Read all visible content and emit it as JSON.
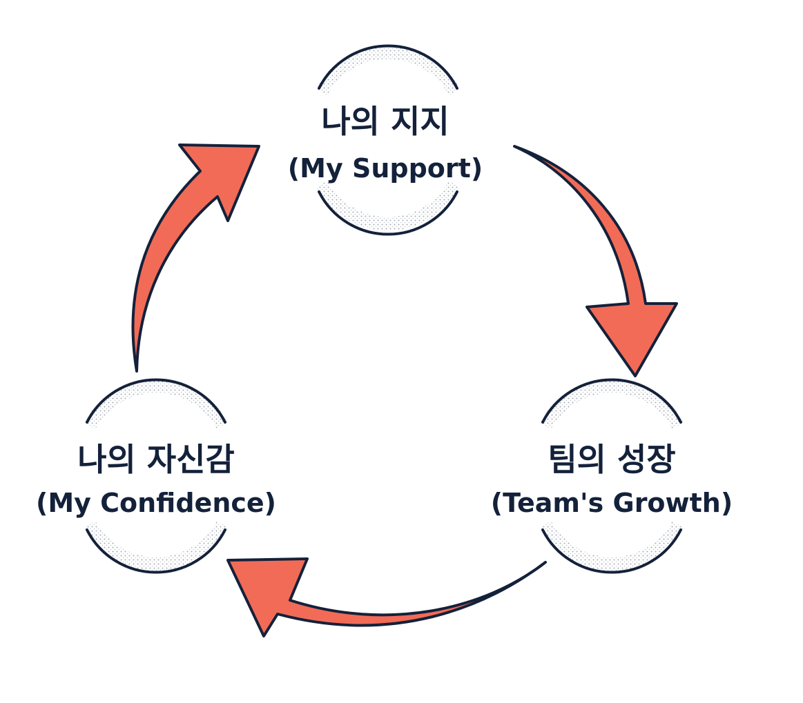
{
  "diagram": {
    "type": "cycle",
    "colors": {
      "arrow_fill": "#f26b57",
      "outline": "#14213a",
      "text": "#14213a",
      "background": "#ffffff"
    },
    "nodes": [
      {
        "id": "support",
        "title": "나의 지지",
        "subtitle": "(My Support)"
      },
      {
        "id": "growth",
        "title": "팀의 성장",
        "subtitle": "(Team's Growth)"
      },
      {
        "id": "confidence",
        "title": "나의 자신감",
        "subtitle": "(My Confidence)"
      }
    ],
    "edges": [
      {
        "from": "support",
        "to": "growth"
      },
      {
        "from": "growth",
        "to": "confidence"
      },
      {
        "from": "confidence",
        "to": "support"
      }
    ]
  }
}
